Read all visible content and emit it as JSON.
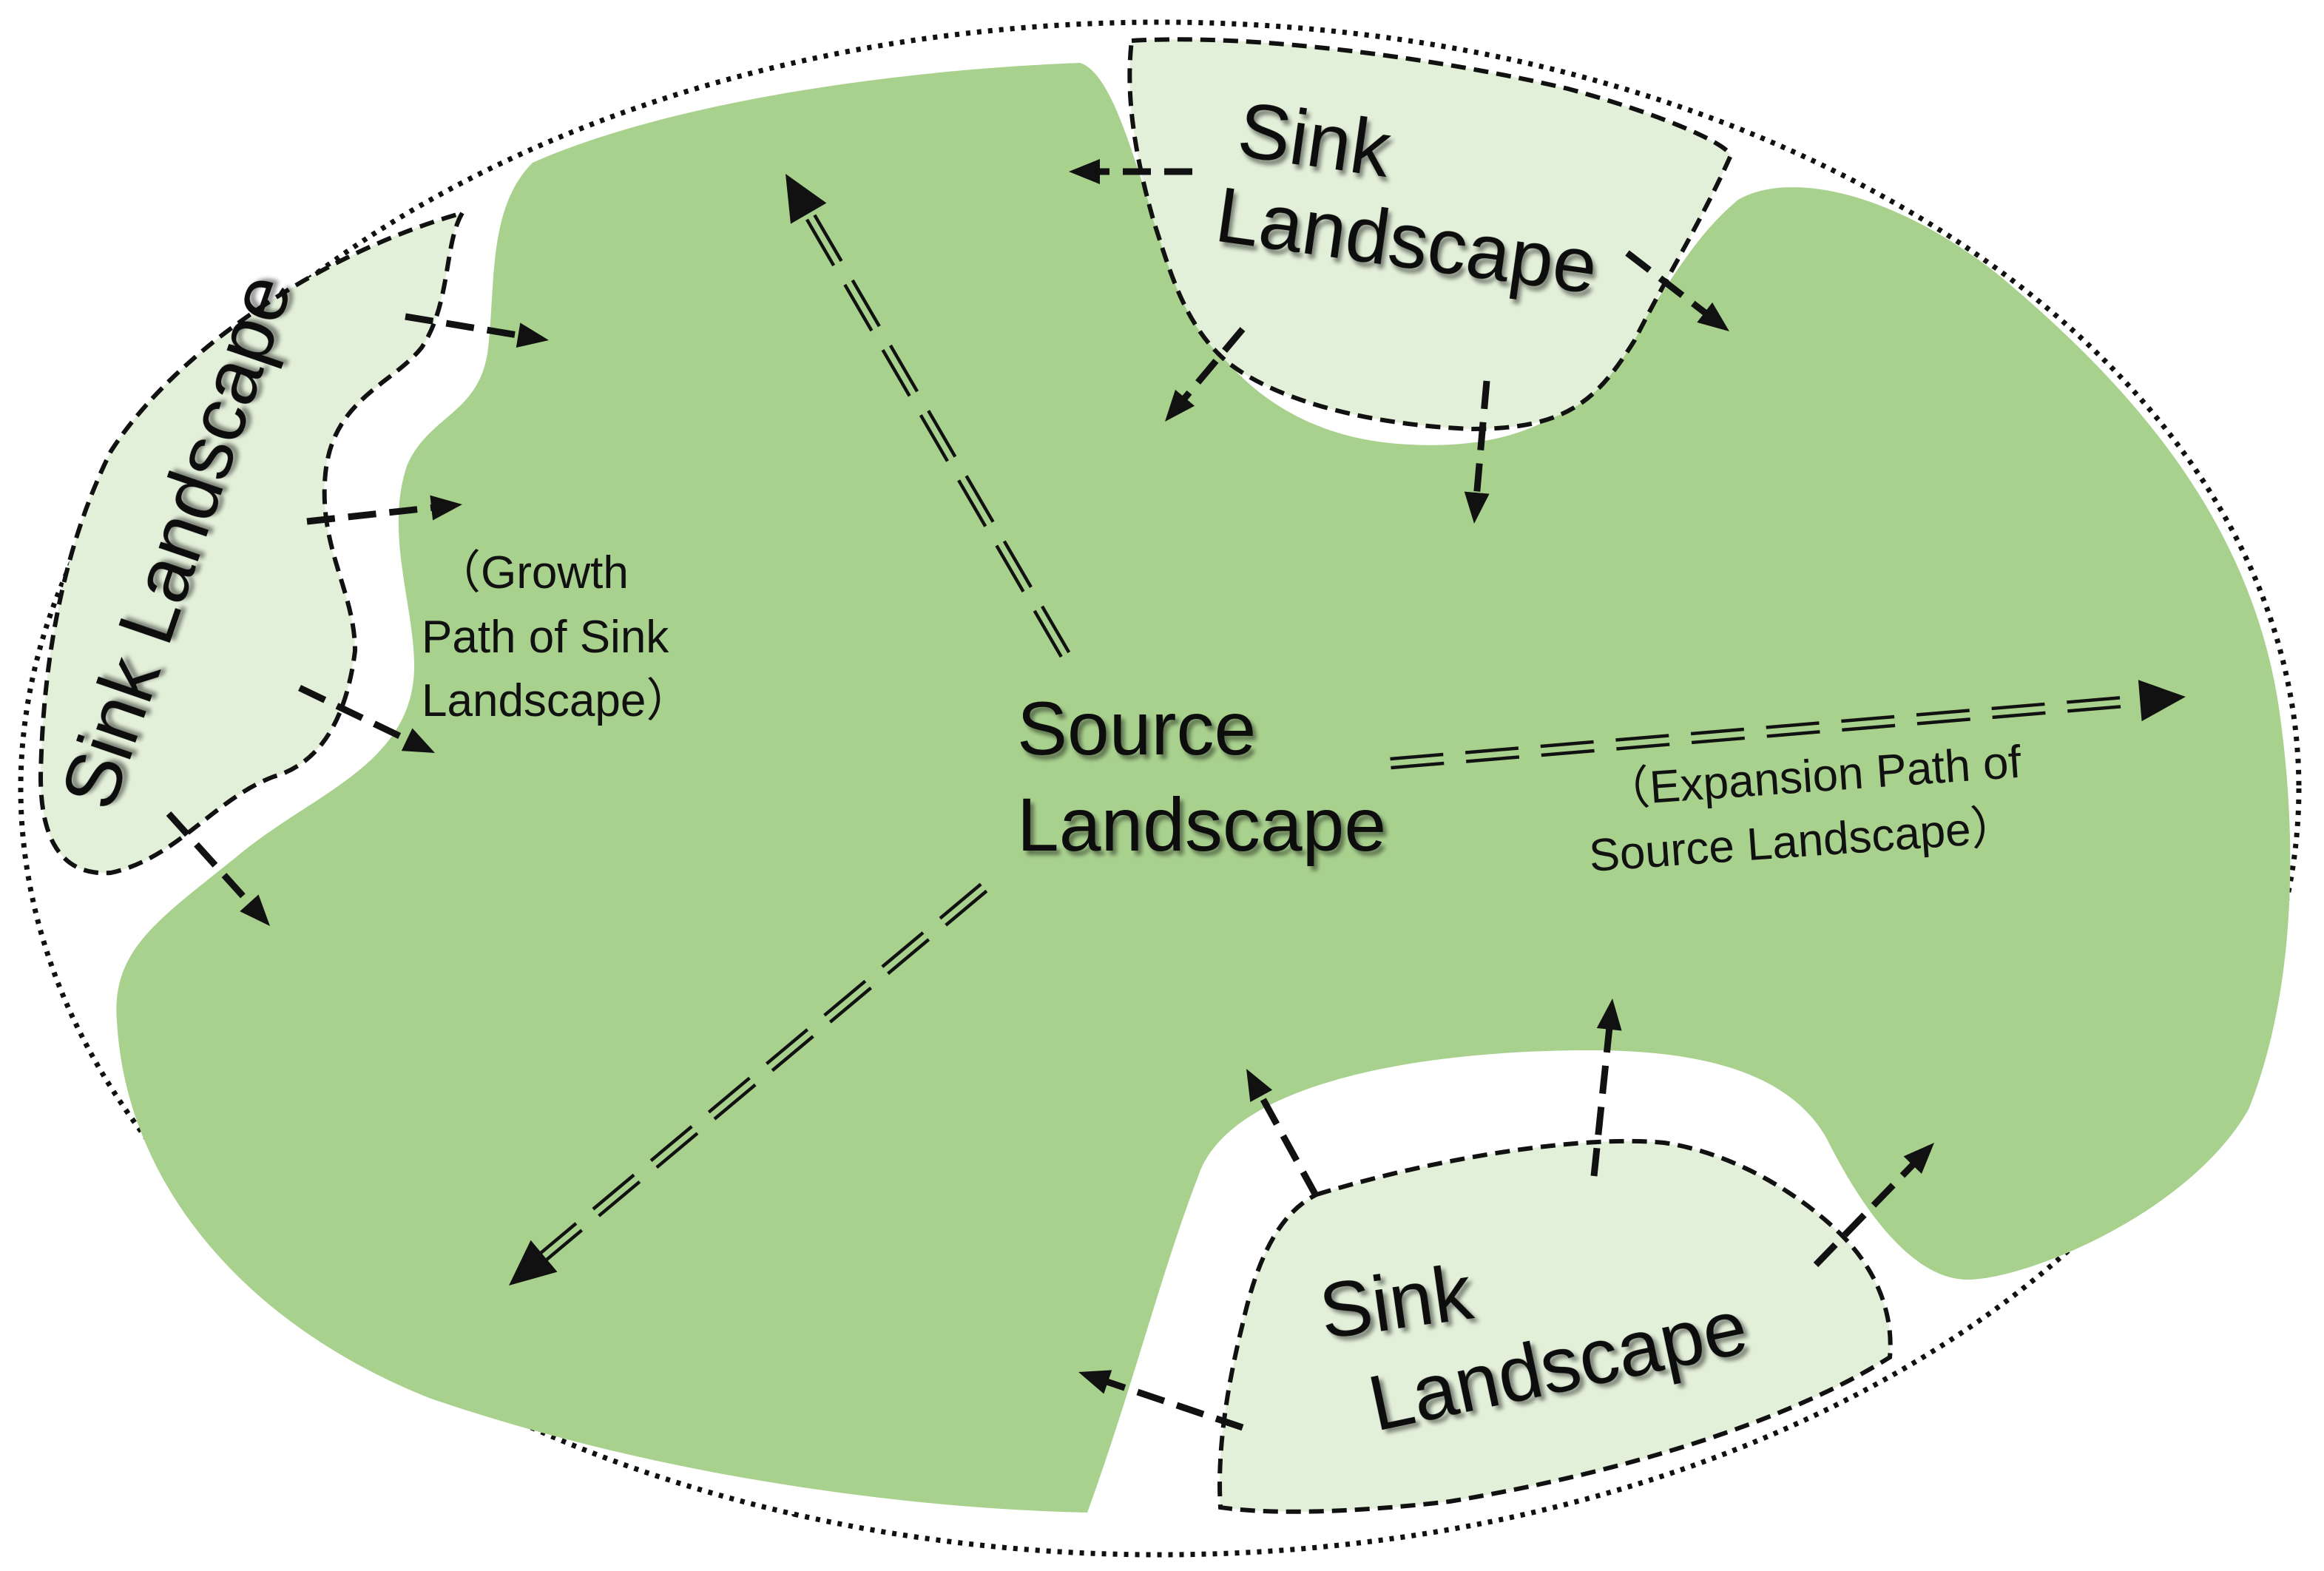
{
  "colors": {
    "background": "#ffffff",
    "source_fill": "#a9d18e",
    "sink_fill": "#e2efd9",
    "outline": "#111111",
    "arrow": "#111111"
  },
  "labels": {
    "sink_top_line1": "Sink",
    "sink_top_line2": "Landscape",
    "sink_left": "Sink Landscape",
    "sink_bottom_line1": "Sink",
    "sink_bottom_line2": "Landscape",
    "source_line1": "Source",
    "source_line2": "Landscape",
    "growth_note_line1": "（Growth",
    "growth_note_line2": "Path of Sink",
    "growth_note_line3": "Landscape）",
    "expansion_note_line1": "（Expansion Path of",
    "expansion_note_line2": "Source Landscape）"
  },
  "legend_semantics": {
    "dashed_single_arrow": "Growth Path of Sink Landscape",
    "double_dashed_arrow": "Expansion Path of Source Landscape"
  }
}
